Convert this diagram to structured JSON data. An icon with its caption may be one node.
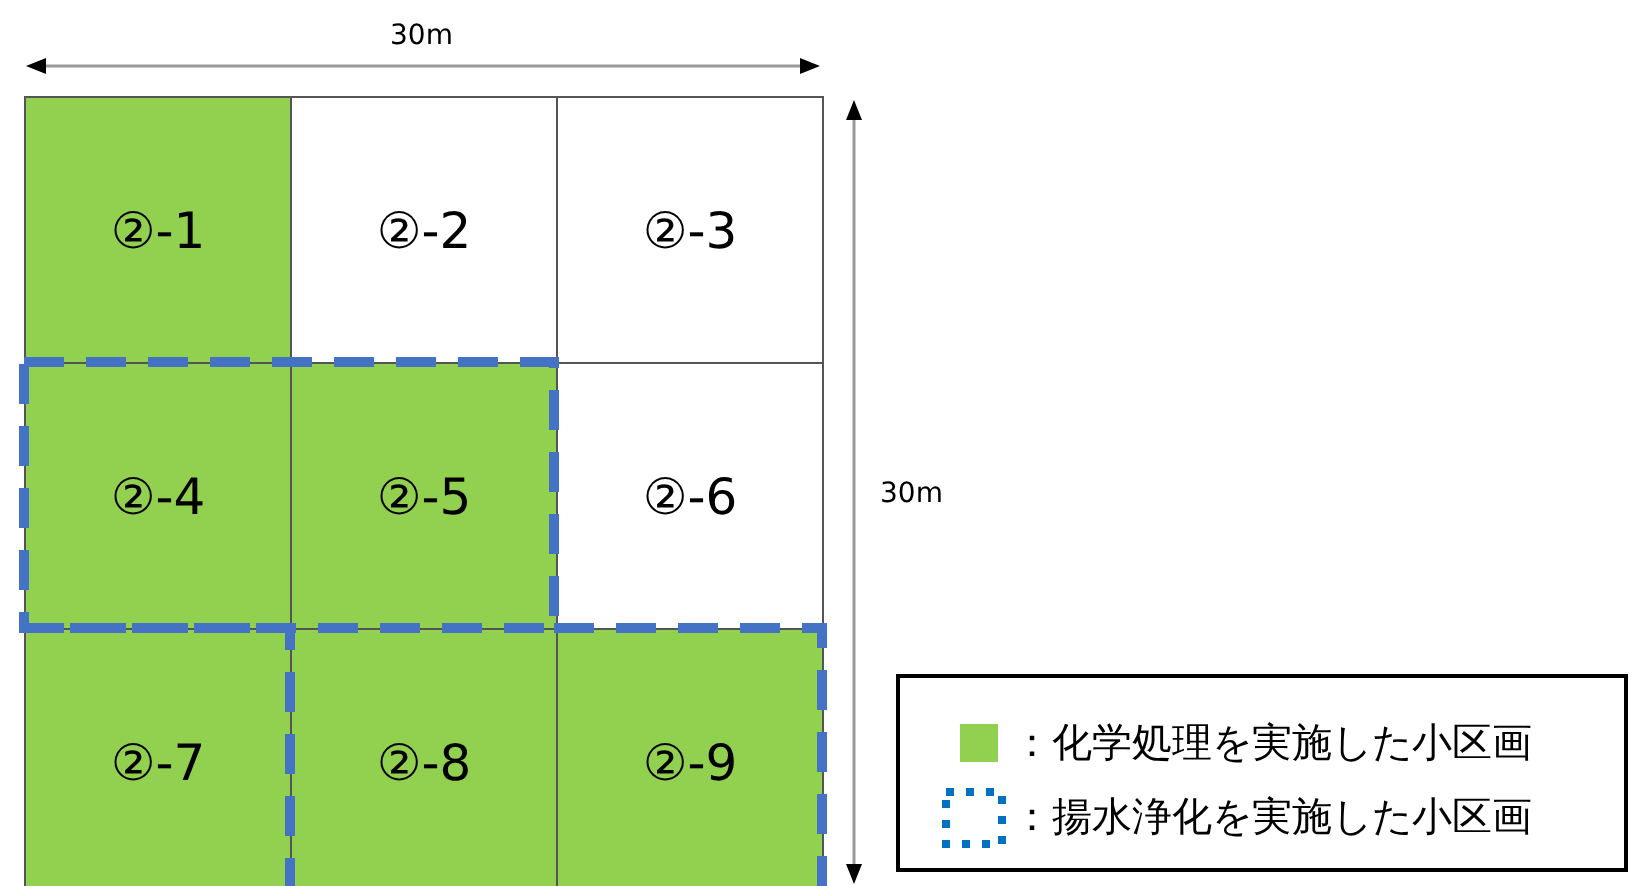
{
  "diagram": {
    "nodes": [
      {
        "text": [
          "②-1"
        ]
      },
      {
        "text": [
          "②-2"
        ]
      },
      {
        "text": [
          "②-3"
        ]
      },
      {
        "text": [
          "②-4"
        ]
      },
      {
        "text": [
          "②-5"
        ]
      },
      {
        "text": [
          "②-6"
        ]
      },
      {
        "text": [
          "②-7"
        ]
      },
      {
        "text": [
          "②-8"
        ]
      },
      {
        "text": [
          "②-9"
        ]
      }
    ],
    "labels": [
      "30m",
      "30m"
    ],
    "legend": [
      {
        "text": "：化学処理を実施した小区画",
        "color": "#92d050"
      },
      {
        "text": "：揚水浄化を実施した小区画"
      }
    ]
  }
}
